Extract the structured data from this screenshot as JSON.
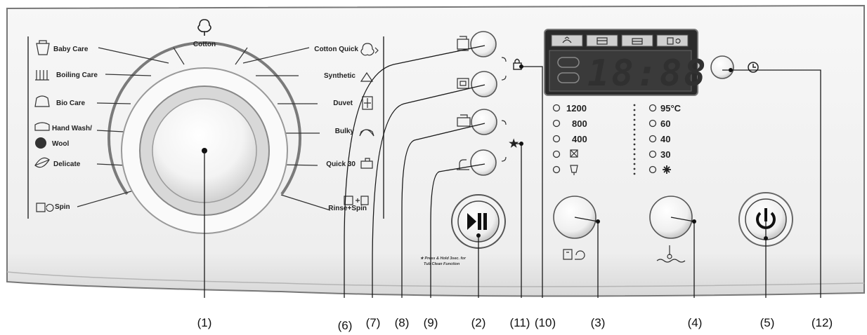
{
  "programs_left": [
    "Baby Care",
    "Boiling Care",
    "Bio Care",
    "Hand Wash/",
    "Wool",
    "Delicate",
    "Spin"
  ],
  "program_top": "Cotton",
  "programs_right": [
    "Cotton Quick",
    "Synthetic",
    "Duvet",
    "Bulky",
    "Quick 30",
    "Rinse+Spin"
  ],
  "display": {
    "time": "18:88"
  },
  "spin_speeds": [
    "1200",
    "800",
    "400"
  ],
  "temperatures": [
    "95°C",
    "60",
    "40",
    "30"
  ],
  "note": [
    "★ Press & Hold 3sec. for",
    "Tub Clean Function"
  ],
  "star_symbol": "★",
  "callouts": [
    "(1)",
    "(6)",
    "(7)",
    "(8)",
    "(9)",
    "(2)",
    "(11)",
    "(10)",
    "(3)",
    "(4)",
    "(5)",
    "(12)"
  ],
  "icons": {
    "top": "cotton-tshirt-icon",
    "display_tabs": [
      "prewash-icon",
      "wash-icon",
      "rinse-icon",
      "spin-icon"
    ],
    "options": [
      "wash-option-icon",
      "rinse-option-icon",
      "soak-option-icon",
      "tap-water-icon"
    ],
    "lock": "child-lock-icon",
    "timer": "clock-icon",
    "spin_button": "spin-icon",
    "temp_button": "thermometer-icon",
    "power": "power-icon",
    "play_pause": "play-pause-icon"
  }
}
